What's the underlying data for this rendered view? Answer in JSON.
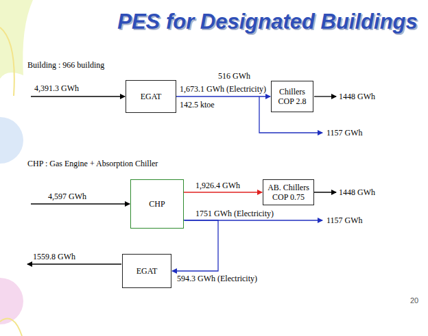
{
  "diagram": {
    "title": "PES for Designated Buildings",
    "nodes": [
      {
        "text": [
          "EGAT"
        ]
      },
      {
        "text": [
          "Chillers",
          "COP 2.8"
        ]
      },
      {
        "text": [
          "CHP"
        ]
      },
      {
        "text": [
          "AB. Chillers",
          "COP 0.75"
        ]
      },
      {
        "text": [
          "EGAT"
        ]
      }
    ],
    "edges": [
      {
        "from": 0,
        "to": 1,
        "label": "516 GWh",
        "arrow": "to"
      },
      {
        "from": 2,
        "to": 3,
        "label": "1,926.4 GWh",
        "arrow": "to"
      },
      {
        "from": 2,
        "to": 4,
        "label": "594.3 GWh (Electricity)",
        "arrow": "to"
      }
    ],
    "labels": [
      "Building : 966 building",
      "4,391.3 GWh",
      "1,673.1 GWh (Electricity)",
      "142.5 ktoe",
      "1448 GWh",
      "1157 GWh",
      "CHP : Gas Engine + Absorption Chiller",
      "4,597 GWh",
      "1751 GWh (Electricity)",
      "1448 GWh",
      "1157 GWh",
      "1559.8 GWh",
      "20"
    ]
  }
}
